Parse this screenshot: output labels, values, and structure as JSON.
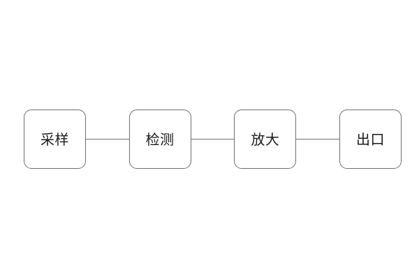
{
  "diagram": {
    "type": "linear-flow-chain",
    "title": "",
    "background_color": "#ffffff",
    "node_fill_color": "#ffffff",
    "node_border_color": "#6e6e6e",
    "connector_color": "#6e6e6e",
    "label_color": "#1a1a1a",
    "orientation": "horizontal",
    "nodes": [
      {
        "id": "sampling",
        "label": "采样"
      },
      {
        "id": "detection",
        "label": "检测"
      },
      {
        "id": "amplification",
        "label": "放大"
      },
      {
        "id": "outlet",
        "label": "出口"
      }
    ],
    "connectors": [
      {
        "id": "link-1",
        "from": "sampling",
        "to": "detection",
        "style": "plain-line"
      },
      {
        "id": "link-2",
        "from": "detection",
        "to": "amplification",
        "style": "plain-line"
      },
      {
        "id": "link-3",
        "from": "amplification",
        "to": "outlet",
        "style": "plain-line"
      }
    ]
  }
}
